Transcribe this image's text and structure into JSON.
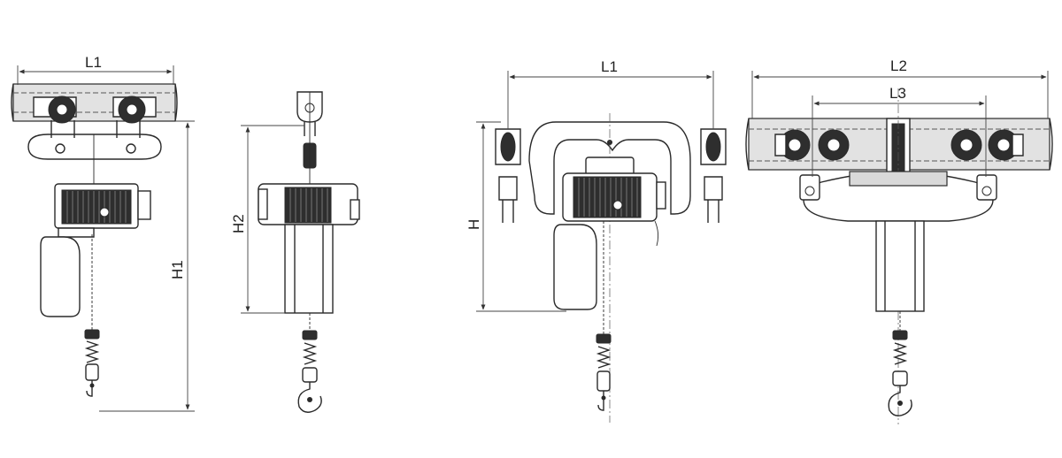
{
  "views": [
    {
      "id": "view-1",
      "labels": {
        "width": "L1",
        "height": "H1"
      }
    },
    {
      "id": "view-2",
      "labels": {
        "height": "H2"
      }
    },
    {
      "id": "view-3",
      "labels": {
        "width": "L1",
        "height": "H"
      }
    },
    {
      "id": "view-4",
      "labels": {
        "outer_width": "L2",
        "inner_width": "L3"
      }
    }
  ],
  "colors": {
    "line": "#2a2a2a",
    "fill_dark": "#2e2e2e",
    "fill_grey": "#d9d9d9",
    "background": "#ffffff"
  }
}
